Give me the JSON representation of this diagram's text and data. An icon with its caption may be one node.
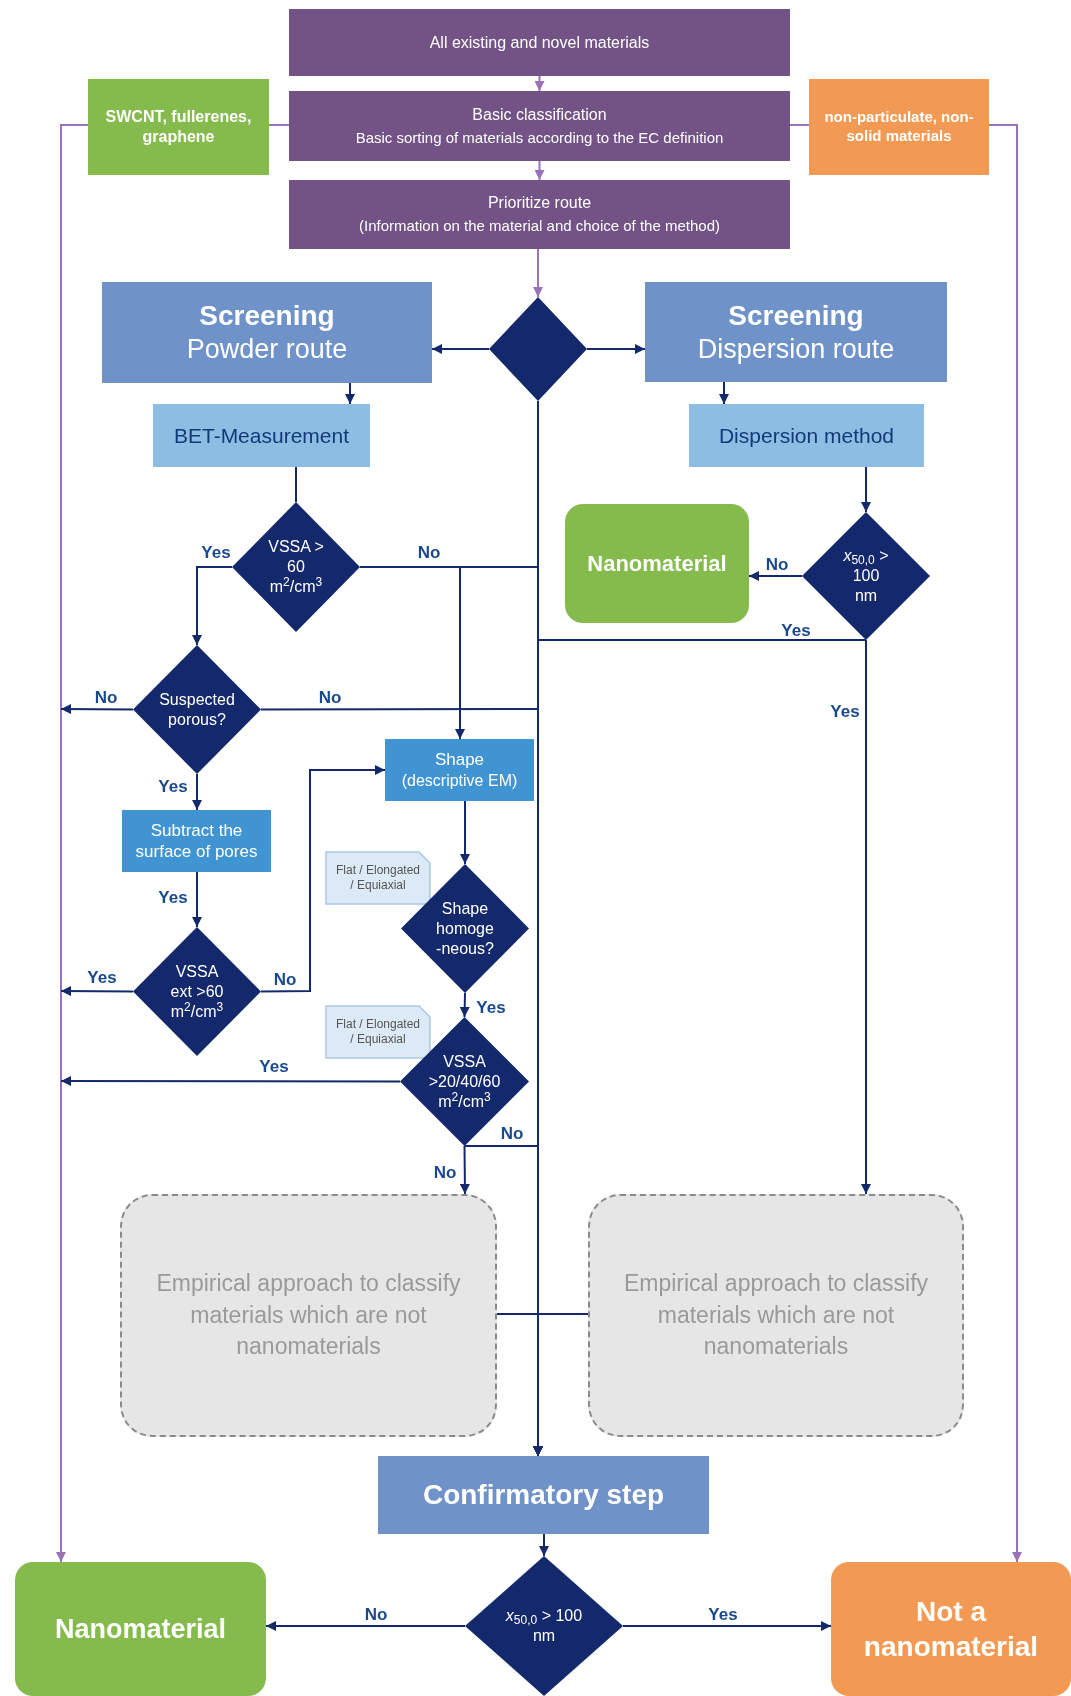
{
  "diagram": {
    "nodes": [
      {
        "text": [
          "All existing and novel materials"
        ]
      },
      {
        "text": [
          "Basic classification",
          "Basic sorting of materials according to the EC definition"
        ]
      },
      {
        "text": [
          "SWCNT, fullerenes, graphene"
        ]
      },
      {
        "text": [
          "non-particulate, non-solid materials"
        ]
      },
      {
        "text": [
          "Prioritize route",
          "(Information on the material and choice of the method)"
        ]
      },
      {
        "text": [
          "Screening",
          "Powder route"
        ]
      },
      {
        "text": [],
        "shape": "diamond"
      },
      {
        "text": [
          "Screening",
          "Dispersion route"
        ]
      },
      {
        "text": [
          "BET-Measurement"
        ]
      },
      {
        "text": [
          "Dispersion method"
        ]
      },
      {
        "text": [
          "VSSA > 60 m$^{2}$/cm$^{3}$"
        ]
      },
      {
        "text": [
          "Nanomaterial"
        ]
      },
      {
        "text": [
          "*x*$_{50,0}$ > 100 nm"
        ]
      },
      {
        "text": [
          "Suspected porous?"
        ]
      },
      {
        "text": [
          "Shape",
          "(descriptive EM)"
        ]
      },
      {
        "text": [
          "Subtract the surface of pores"
        ]
      },
      {
        "text": [
          "Flat / Elongated / Equiaxial"
        ]
      },
      {
        "text": [
          "Shape homoge -neous?"
        ]
      },
      {
        "text": [
          "VSSA ext >60 m$^{2}$/cm$^{3}$"
        ]
      },
      {
        "text": [
          "Flat / Elongated / Equiaxial"
        ]
      },
      {
        "text": [
          "VSSA >20/40/60 m$^{2}$/cm$^{3}$"
        ]
      },
      {
        "text": [
          "Empirical approach to classify materials which are not nanomaterials"
        ]
      },
      {
        "text": [
          "Empirical approach to classify materials which are not nanomaterials"
        ]
      },
      {
        "text": [
          "Confirmatory step"
        ]
      },
      {
        "text": [
          "*x*$_{50,0}$ > 100 nm"
        ]
      },
      {
        "text": [
          "Nanomaterial"
        ]
      },
      {
        "text": [
          "Not a nanomaterial"
        ]
      }
    ],
    "edges": [
      {
        "from": 0,
        "to": 1,
        "arrow": "to",
        "color": "#9a72b8"
      },
      {
        "from": 1,
        "to": 4,
        "arrow": "to",
        "color": "#9a72b8"
      },
      {
        "from": 1,
        "to": 2,
        "arrow": "none",
        "color": "#9a72b8"
      },
      {
        "from": 1,
        "to": 3,
        "arrow": "none",
        "color": "#9a72b8"
      },
      {
        "from": 2,
        "to": 25,
        "arrow": "to",
        "color": "#9a72b8"
      },
      {
        "from": 3,
        "to": 26,
        "arrow": "to",
        "color": "#9a72b8"
      },
      {
        "from": 4,
        "to": 6,
        "arrow": "to",
        "color": "#9a72b8"
      },
      {
        "from": 6,
        "to": 5,
        "arrow": "to"
      },
      {
        "from": 6,
        "to": 7,
        "arrow": "to"
      },
      {
        "from": 6,
        "to": 23,
        "arrow": "to"
      },
      {
        "from": 5,
        "to": 8,
        "arrow": "to"
      },
      {
        "from": 7,
        "to": 9,
        "arrow": "to"
      },
      {
        "from": 8,
        "to": 10,
        "arrow": "none"
      },
      {
        "from": 9,
        "to": 12,
        "arrow": "to"
      },
      {
        "from": 12,
        "to": 11,
        "arrow": "to",
        "label": "No"
      },
      {
        "from": 12,
        "to": 23,
        "arrow": "to",
        "label": "Yes"
      },
      {
        "from": 12,
        "to": 22,
        "arrow": "to",
        "label": "Yes"
      },
      {
        "from": 10,
        "to": 13,
        "arrow": "to",
        "label": "Yes"
      },
      {
        "from": 10,
        "to": 23,
        "arrow": "to",
        "label": "No"
      },
      {
        "from": 10,
        "to": 14,
        "arrow": "to"
      },
      {
        "from": 13,
        "to": null,
        "arrow": "to",
        "label": "No"
      },
      {
        "from": 13,
        "to": 23,
        "arrow": "to",
        "label": "No"
      },
      {
        "from": 13,
        "to": 15,
        "arrow": "to",
        "label": "Yes"
      },
      {
        "from": 15,
        "to": 18,
        "arrow": "to",
        "label": "Yes"
      },
      {
        "from": 18,
        "to": null,
        "arrow": "to",
        "label": "Yes"
      },
      {
        "from": 18,
        "to": 14,
        "arrow": "to",
        "label": "No"
      },
      {
        "from": 14,
        "to": 17,
        "arrow": "to"
      },
      {
        "from": 17,
        "to": 20,
        "arrow": "to",
        "label": "Yes"
      },
      {
        "from": 20,
        "to": null,
        "arrow": "to",
        "label": "Yes"
      },
      {
        "from": 20,
        "to": 23,
        "arrow": "to",
        "label": "No"
      },
      {
        "from": 20,
        "to": 21,
        "arrow": "to",
        "label": "No"
      },
      {
        "from": 21,
        "to": 23,
        "arrow": "to"
      },
      {
        "from": 22,
        "to": 23,
        "arrow": "to"
      },
      {
        "from": 23,
        "to": 24,
        "arrow": "to"
      },
      {
        "from": 24,
        "to": 25,
        "arrow": "to",
        "label": "No"
      },
      {
        "from": 24,
        "to": 26,
        "arrow": "to",
        "label": "Yes"
      }
    ]
  }
}
